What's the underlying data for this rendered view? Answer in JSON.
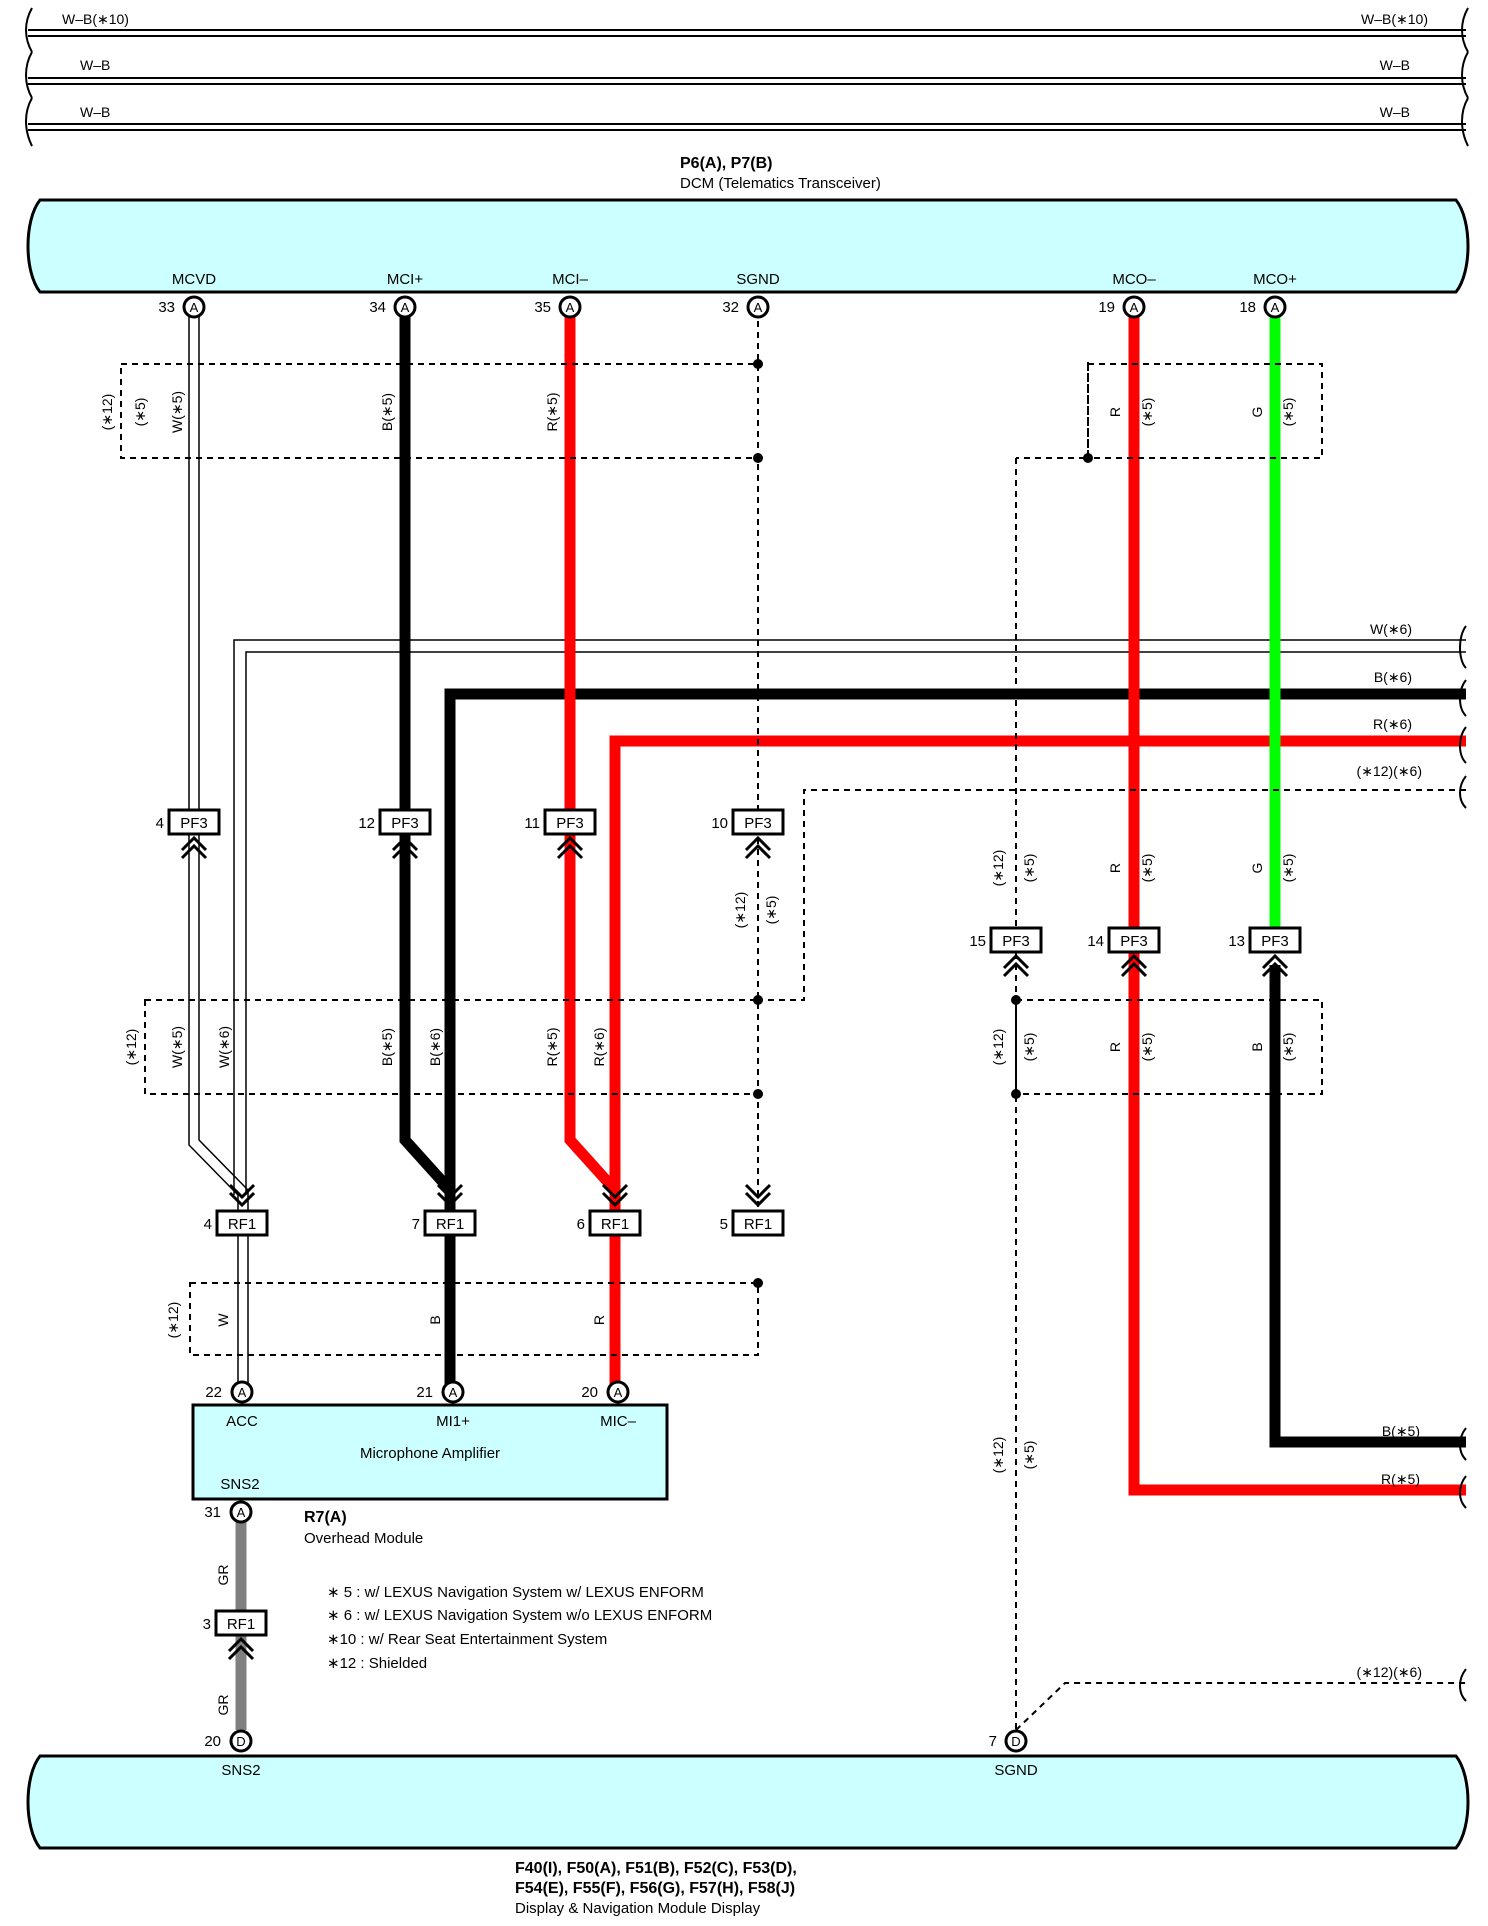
{
  "top_bus": {
    "wires": [
      {
        "left": "W–B(∗10)",
        "right": "W–B(∗10)"
      },
      {
        "left": "W–B",
        "right": "W–B"
      },
      {
        "left": "W–B",
        "right": "W–B"
      }
    ]
  },
  "dcm": {
    "connector": "P6(A), P7(B)",
    "name": "DCM (Telematics Transceiver)",
    "terminals": [
      {
        "name": "MCVD",
        "pin": "33",
        "conn": "A"
      },
      {
        "name": "MCI+",
        "pin": "34",
        "conn": "A"
      },
      {
        "name": "MCI–",
        "pin": "35",
        "conn": "A"
      },
      {
        "name": "SGND",
        "pin": "32",
        "conn": "A"
      },
      {
        "name": "MCO–",
        "pin": "19",
        "conn": "A"
      },
      {
        "name": "MCO+",
        "pin": "18",
        "conn": "A"
      }
    ]
  },
  "wire_labels_top": [
    "(∗12)",
    "(∗5)",
    "W(∗5)",
    "B(∗5)",
    "R(∗5)",
    "R",
    "(∗5)",
    "G",
    "(∗5)"
  ],
  "right_branches": [
    "W(∗6)",
    "B(∗6)",
    "R(∗6)",
    "(∗12)(∗6)"
  ],
  "pf3_connectors": [
    {
      "pin": "4",
      "label": "PF3"
    },
    {
      "pin": "12",
      "label": "PF3"
    },
    {
      "pin": "11",
      "label": "PF3"
    },
    {
      "pin": "10",
      "label": "PF3"
    },
    {
      "pin": "15",
      "label": "PF3"
    },
    {
      "pin": "14",
      "label": "PF3"
    },
    {
      "pin": "13",
      "label": "PF3"
    }
  ],
  "mid_labels": [
    "(∗12)",
    "(∗5)",
    "(∗12)",
    "(∗5)",
    "R",
    "(∗5)",
    "G",
    "(∗5)"
  ],
  "lower_labels": [
    "(∗12)",
    "W(∗5)",
    "W(∗6)",
    "B(∗5)",
    "B(∗6)",
    "R(∗5)",
    "R(∗6)",
    "(∗12)",
    "(∗5)",
    "R",
    "(∗5)",
    "B",
    "(∗5)"
  ],
  "rf1_connectors": [
    {
      "pin": "4",
      "label": "RF1"
    },
    {
      "pin": "7",
      "label": "RF1"
    },
    {
      "pin": "6",
      "label": "RF1"
    },
    {
      "pin": "5",
      "label": "RF1"
    },
    {
      "pin": "3",
      "label": "RF1"
    }
  ],
  "amp_labels": [
    "(∗12)",
    "W",
    "B",
    "R"
  ],
  "mic_amp": {
    "name": "Microphone Amplifier",
    "terminals": [
      {
        "name": "ACC",
        "pin": "22",
        "conn": "A"
      },
      {
        "name": "MI1+",
        "pin": "21",
        "conn": "A"
      },
      {
        "name": "MIC–",
        "pin": "20",
        "conn": "A"
      },
      {
        "name": "SNS2",
        "pin": "31",
        "conn": "A"
      }
    ]
  },
  "overhead": {
    "connector": "R7(A)",
    "name": "Overhead Module"
  },
  "right_lower": [
    "(∗12)",
    "(∗5)",
    "B(∗5)",
    "R(∗5)",
    "(∗12)(∗6)"
  ],
  "gr_labels": [
    "GR",
    "GR"
  ],
  "notes": [
    "∗ 5 : w/ LEXUS Navigation System w/ LEXUS ENFORM",
    "∗ 6 : w/ LEXUS Navigation System w/o LEXUS ENFORM",
    "∗10 : w/ Rear Seat Entertainment System",
    "∗12 : Shielded"
  ],
  "display": {
    "terminals": [
      {
        "name": "SNS2",
        "pin": "20",
        "conn": "D"
      },
      {
        "name": "SGND",
        "pin": "7",
        "conn": "D"
      }
    ],
    "connector_line1": "F40(I), F50(A), F51(B), F52(C), F53(D),",
    "connector_line2": "F54(E), F55(F), F56(G), F57(H), F58(J)",
    "name": "Display & Navigation Module Display"
  },
  "colors": {
    "module_fill": "#ccffff",
    "red": "#ff0000",
    "green": "#00ff00",
    "black": "#000000",
    "gray": "#808080",
    "white_wire": "#ffffff"
  }
}
